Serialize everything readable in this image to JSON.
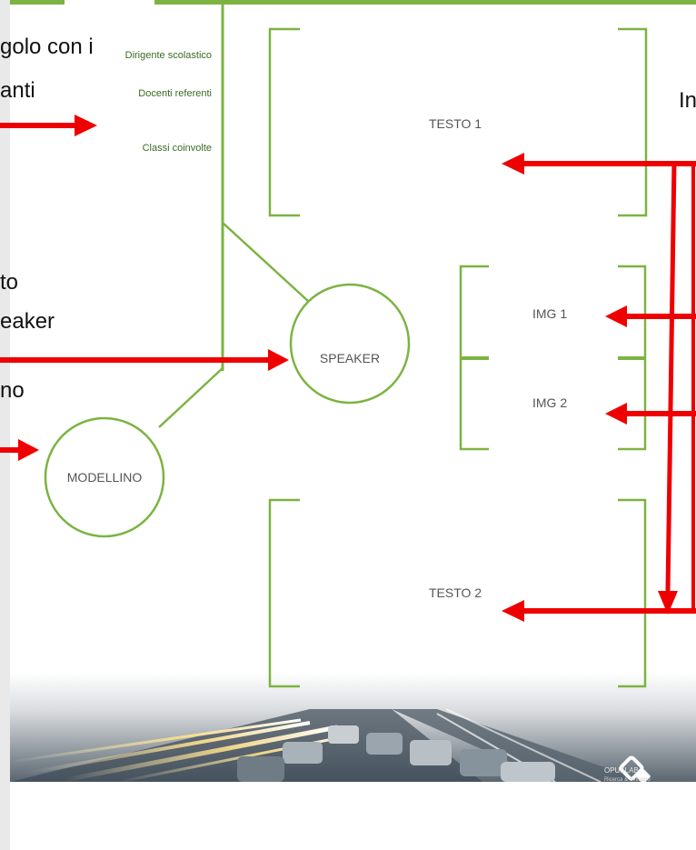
{
  "sidebar_labels": {
    "dirigente": "Dirigente scolastico",
    "docenti": "Docenti referenti",
    "classi": "Classi coinvolte"
  },
  "nodes": {
    "speaker": "SPEAKER",
    "modellino": "MODELLINO"
  },
  "frames": {
    "testo1": "TESTO 1",
    "img1": "IMG 1",
    "img2": "IMG 2",
    "testo2": "TESTO 2"
  },
  "annotations": {
    "a1": "golo con i",
    "a2": "anti",
    "a3": "to",
    "a4": "eaker",
    "a5": "no",
    "a6": "In"
  },
  "logo": {
    "brand": "OPUSLAB",
    "tagline": "Ricerca & Sviluppo"
  },
  "colors": {
    "green": "#7cb342",
    "dark_green": "#3a6b22",
    "arrow_red": "#ee0000"
  }
}
